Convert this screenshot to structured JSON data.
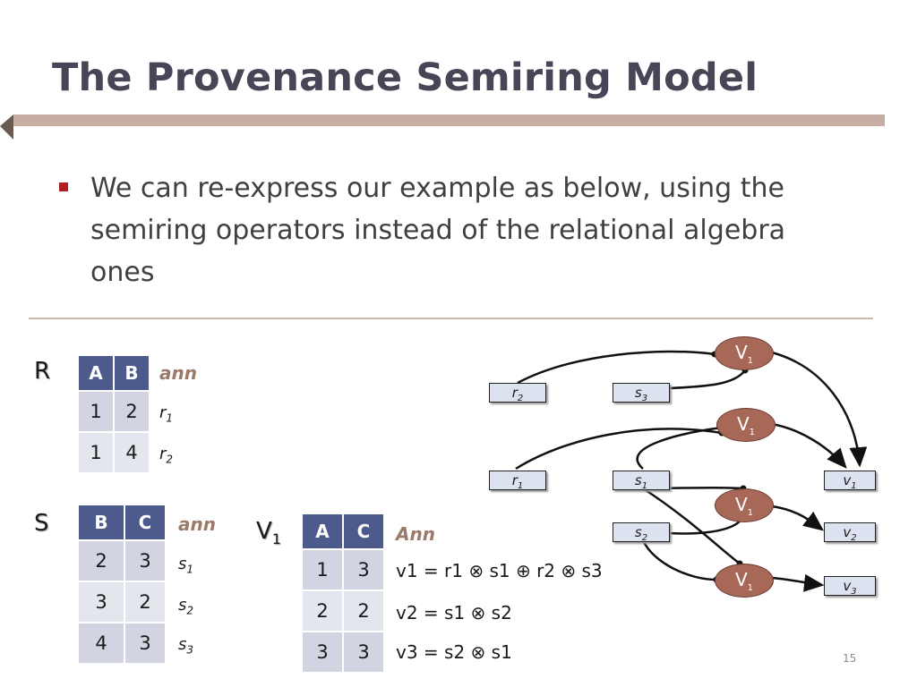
{
  "slide": {
    "title": "The Provenance Semiring Model",
    "bullet": "We can re-express our example as below, using the semiring operators instead of the relational algebra ones",
    "page_number": "15"
  },
  "relation_r": {
    "label": "R",
    "columns": [
      "A",
      "B"
    ],
    "ann_header": "ann",
    "rows": [
      {
        "cells": [
          "1",
          "2"
        ],
        "ann": "r",
        "ann_sub": "1"
      },
      {
        "cells": [
          "1",
          "4"
        ],
        "ann": "r",
        "ann_sub": "2"
      }
    ]
  },
  "relation_s": {
    "label": "S",
    "columns": [
      "B",
      "C"
    ],
    "ann_header": "ann",
    "rows": [
      {
        "cells": [
          "2",
          "3"
        ],
        "ann": "s",
        "ann_sub": "1"
      },
      {
        "cells": [
          "3",
          "2"
        ],
        "ann": "s",
        "ann_sub": "2"
      },
      {
        "cells": [
          "4",
          "3"
        ],
        "ann": "s",
        "ann_sub": "3"
      }
    ]
  },
  "view_v1": {
    "label": "V",
    "label_sub": "1",
    "columns": [
      "A",
      "C"
    ],
    "ann_header": "Ann",
    "rows": [
      {
        "cells": [
          "1",
          "3"
        ],
        "expr": "v1 = r1 ⊗ s1 ⊕ r2 ⊗ s3"
      },
      {
        "cells": [
          "2",
          "2"
        ],
        "expr": "v2 = s1 ⊗ s2"
      },
      {
        "cells": [
          "3",
          "3"
        ],
        "expr": "v3 = s2 ⊗ s1"
      }
    ]
  },
  "graph": {
    "boxes": [
      {
        "id": "r2",
        "name": "r",
        "sub": "2"
      },
      {
        "id": "s3",
        "name": "s",
        "sub": "3"
      },
      {
        "id": "r1",
        "name": "r",
        "sub": "1"
      },
      {
        "id": "s1",
        "name": "s",
        "sub": "1"
      },
      {
        "id": "v1",
        "name": "v",
        "sub": "1"
      },
      {
        "id": "s2",
        "name": "s",
        "sub": "2"
      },
      {
        "id": "v2",
        "name": "v",
        "sub": "2"
      },
      {
        "id": "v3",
        "name": "v",
        "sub": "3"
      }
    ],
    "nodes": [
      {
        "id": "n1",
        "name": "V",
        "sub": "1"
      },
      {
        "id": "n2",
        "name": "V",
        "sub": "1"
      },
      {
        "id": "n3",
        "name": "V",
        "sub": "1"
      },
      {
        "id": "n4",
        "name": "V",
        "sub": "1"
      }
    ],
    "colors": {
      "node_fill": "#a86858",
      "box_fill": "#dde2f0",
      "table_header": "#4c5a8c",
      "accent": "#c6aea3"
    }
  }
}
